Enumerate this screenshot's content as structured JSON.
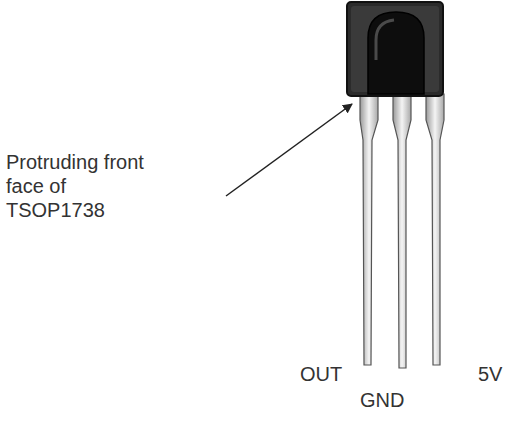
{
  "diagram": {
    "labels": [
      "Protruding front face of TSOP1738",
      "OUT",
      "GND",
      "5V"
    ]
  }
}
